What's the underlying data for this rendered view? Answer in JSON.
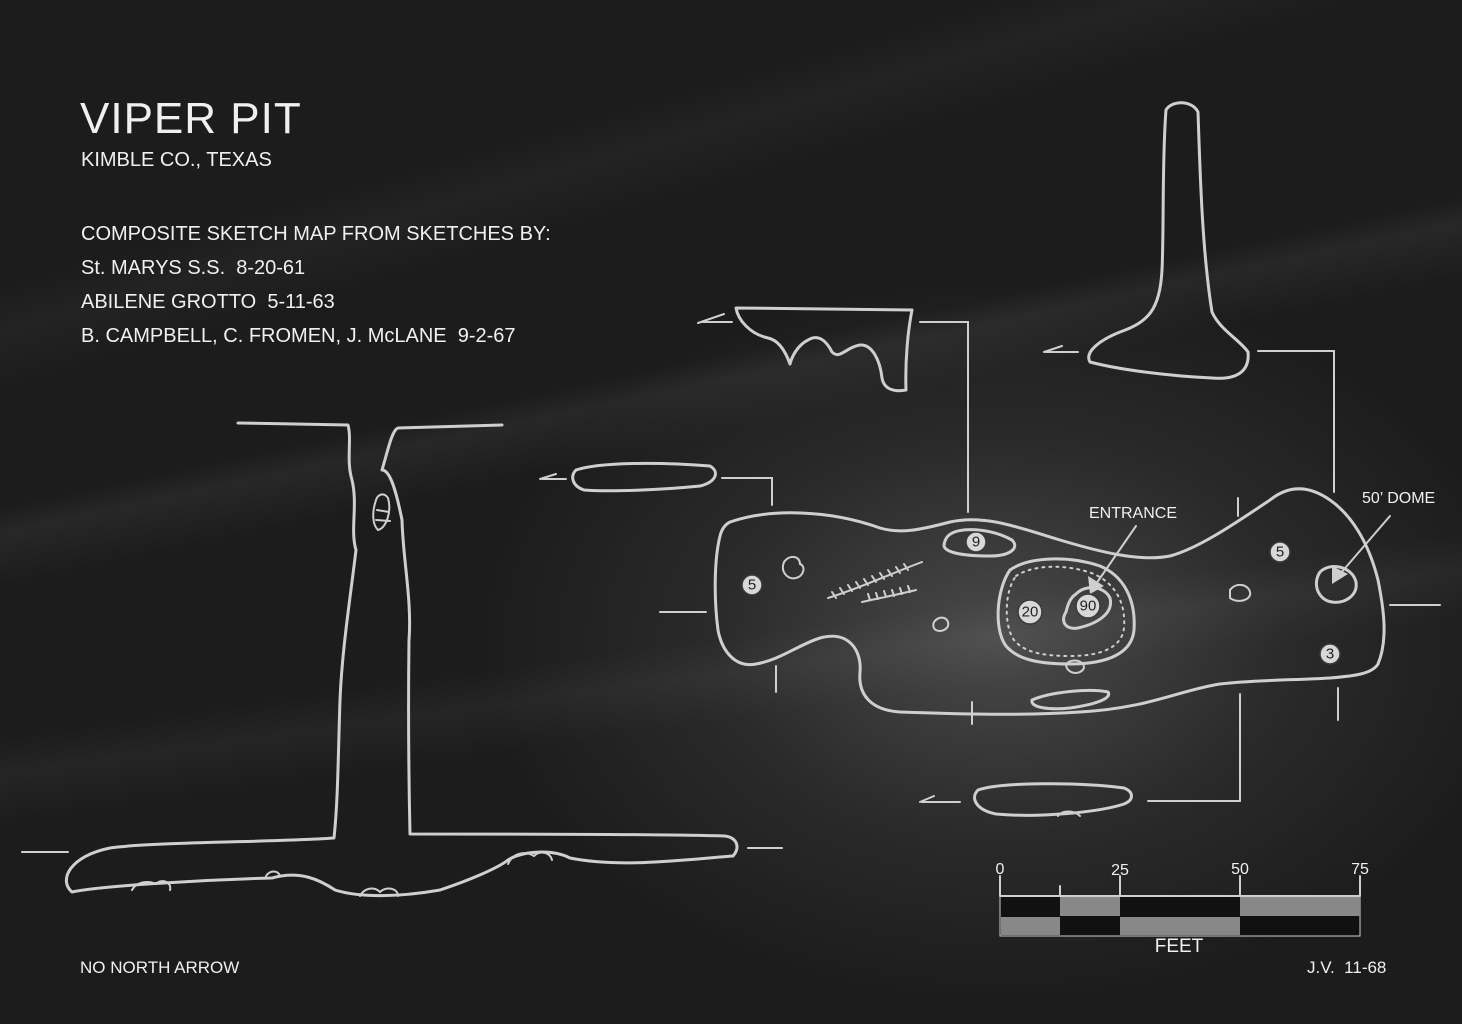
{
  "header": {
    "title": "VIPER PIT",
    "subtitle": "KIMBLE CO., TEXAS"
  },
  "credits": {
    "heading": "COMPOSITE SKETCH MAP FROM SKETCHES BY:",
    "lines": [
      "St. MARYS S.S.  8-20-61",
      "ABILENE GROTTO  5-11-63",
      "B. CAMPBELL, C. FROMEN, J. McLANE  9-2-67"
    ]
  },
  "map": {
    "entrance_label": "ENTRANCE",
    "dome_label": "50’ DOME",
    "depths": {
      "west": "5",
      "pit_small": "9",
      "pit_rim": "20",
      "entrance_pit": "90",
      "east": "5",
      "southeast": "3"
    }
  },
  "scale": {
    "ticks": [
      "0",
      "25",
      "50",
      "75"
    ],
    "unit": "FEET"
  },
  "footer": {
    "note": "NO NORTH ARROW",
    "drafter": "J.V.  11-68"
  }
}
